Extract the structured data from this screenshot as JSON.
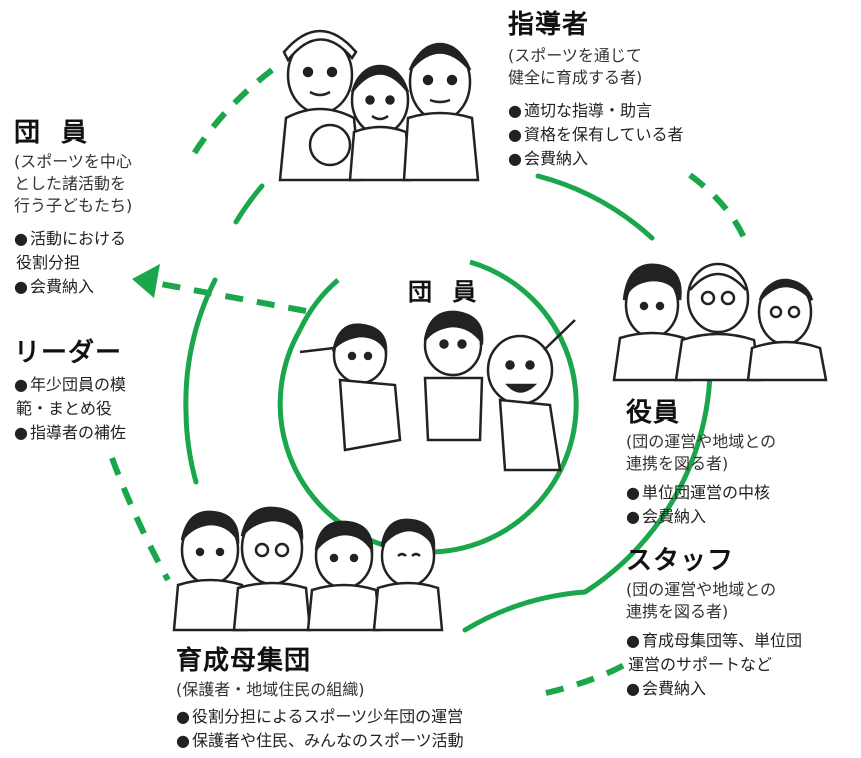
{
  "center": {
    "title": "団 員"
  },
  "shidousha": {
    "title": "指導者",
    "desc": [
      "(スポーツを通じて",
      "健全に育成する者)"
    ],
    "bullets": [
      "適切な指導・助言",
      "資格を保有している者",
      "会費納入"
    ]
  },
  "danin": {
    "title": "団 員",
    "desc": [
      "(スポーツを中心",
      "とした諸活動を",
      "行う子どもたち)"
    ],
    "bullets": [
      "活動における",
      "役割分担",
      "会費納入"
    ]
  },
  "leader": {
    "title": "リーダー",
    "bullets": [
      "年少団員の模",
      "範・まとめ役",
      "指導者の補佐"
    ]
  },
  "yakuin": {
    "title": "役員",
    "desc": [
      "(団の運営や地域との",
      "連携を図る者)"
    ],
    "bullets": [
      "単位団運営の中核",
      "会費納入"
    ]
  },
  "staff": {
    "title": "スタッフ",
    "desc": [
      "(団の運営や地域との",
      "連携を図る者)"
    ],
    "bullets": [
      "育成母集団等、単位団",
      "運営のサポートなど",
      "会費納入"
    ]
  },
  "ikusei": {
    "title": "育成母集団",
    "desc": [
      "(保護者・地域住民の組織)"
    ],
    "bullets": [
      "役割分担によるスポーツ少年団の運営",
      "保護者や住民、みんなのスポーツ活動"
    ]
  },
  "colors": {
    "green": "#1aa64a",
    "ink": "#222222",
    "skin": "#ffffff"
  }
}
